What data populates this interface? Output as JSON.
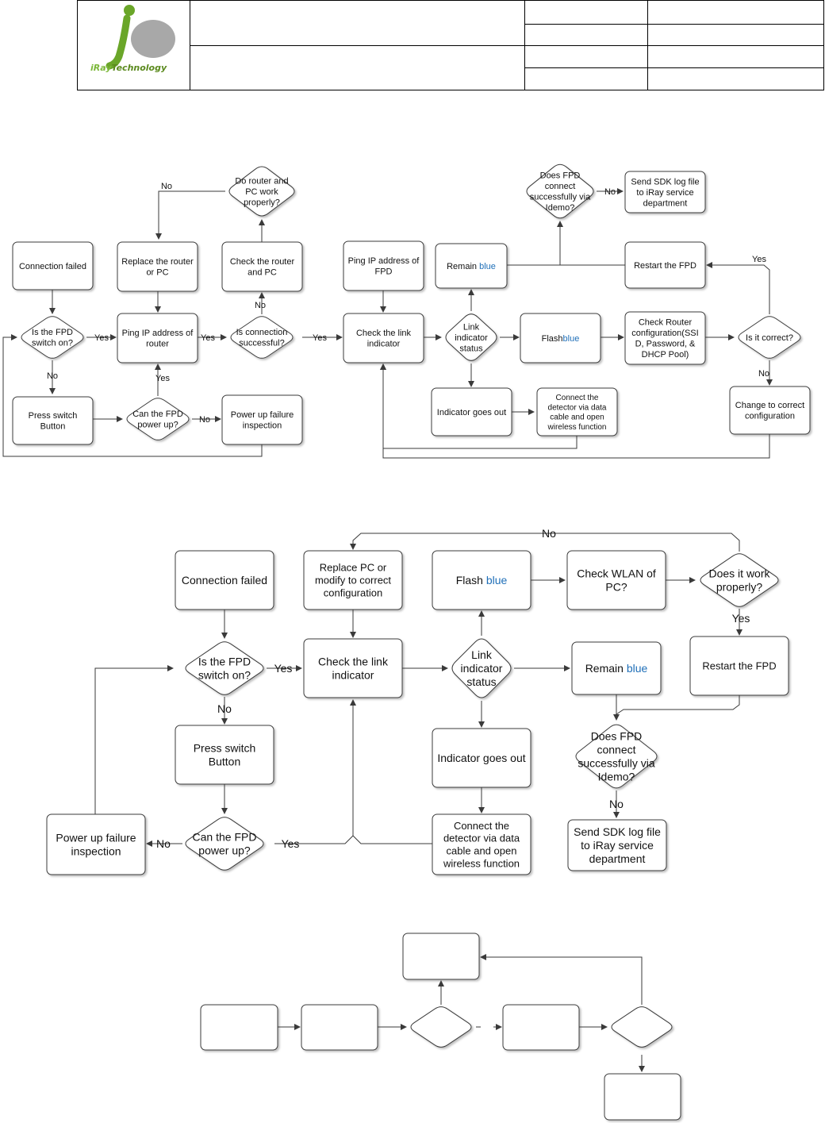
{
  "header": {
    "logo_text": "iRay",
    "logo_text2": "Technology"
  },
  "diagram1": {
    "connection_failed": "Connection failed",
    "is_fpd_switch_on": [
      "Is  the FPD",
      "switch on?"
    ],
    "press_switch": [
      "Press switch",
      "Button"
    ],
    "can_fpd_power_up": [
      "Can the FPD",
      "power up?"
    ],
    "power_up_failure": [
      "Power up failure",
      "inspection"
    ],
    "ping_router": [
      "Ping IP address of",
      "router"
    ],
    "replace_router": [
      "Replace the router",
      "or PC"
    ],
    "is_connection_successful": [
      "Is  connection",
      "successful?"
    ],
    "check_router_pc": [
      "Check the router",
      "and PC"
    ],
    "router_pc_work": [
      "Do router and",
      "PC work",
      "properly?"
    ],
    "ping_fpd": [
      "Ping IP address of",
      "FPD"
    ],
    "check_link": [
      "Check the link",
      "indicator"
    ],
    "link_status": [
      "Link",
      "indicator",
      "status"
    ],
    "remain_blue": [
      "Remain ",
      "blue"
    ],
    "flash_blue": [
      "Flash",
      "blue"
    ],
    "indicator_out": "Indicator goes out",
    "connect_detector": [
      "Connect the",
      "detector via data",
      "cable and open",
      "wireless function"
    ],
    "does_fpd_connect": [
      "Does FPD",
      "connect",
      "successfully via",
      "Idemo?"
    ],
    "send_sdk": [
      "Send SDK log file",
      "to iRay service",
      "department"
    ],
    "restart_fpd": "Restart the FPD",
    "check_router_config": [
      "Check Router",
      "configuration(SSI",
      "D, Password, &",
      "DHCP Pool)"
    ],
    "is_it_correct": "Is it correct?",
    "change_config": [
      "Change to correct",
      "configuration"
    ],
    "labels": {
      "yes": "Yes",
      "no": "No"
    }
  },
  "diagram2": {
    "connection_failed": "Connection failed",
    "is_fpd_switch_on": [
      "Is  the FPD",
      "switch on?"
    ],
    "press_switch": [
      "Press switch",
      "Button"
    ],
    "can_fpd_power_up": [
      "Can the FPD",
      "power up?"
    ],
    "power_up_failure": [
      "Power up failure",
      "inspection"
    ],
    "replace_pc": [
      "Replace PC or",
      "modify to correct",
      "configuration"
    ],
    "check_link": [
      "Check the link",
      "indicator"
    ],
    "link_status": [
      "Link",
      "indicator",
      "status"
    ],
    "flash_blue": [
      "Flash ",
      "blue"
    ],
    "check_wlan": [
      "Check WLAN of",
      "PC?"
    ],
    "does_it_work": [
      "Does it work",
      "properly?"
    ],
    "remain_blue": [
      "Remain ",
      "blue"
    ],
    "restart_fpd": "Restart the FPD",
    "indicator_out": "Indicator goes out",
    "connect_detector": [
      "Connect the",
      "detector via data",
      "cable and open",
      "wireless function"
    ],
    "does_fpd_connect": [
      "Does FPD",
      "connect",
      "successfully via",
      "Idemo?"
    ],
    "send_sdk": [
      "Send SDK log file",
      "to iRay service",
      "department"
    ],
    "labels": {
      "yes": "Yes",
      "no": "No",
      "no_dash": "No",
      "yes_dash": "Yes"
    }
  },
  "colors": {
    "accent_blue": "#1f6fb8",
    "stroke": "#3a3a3a",
    "logo_green": "#6aa629",
    "logo_gray": "#9a9a9a"
  }
}
